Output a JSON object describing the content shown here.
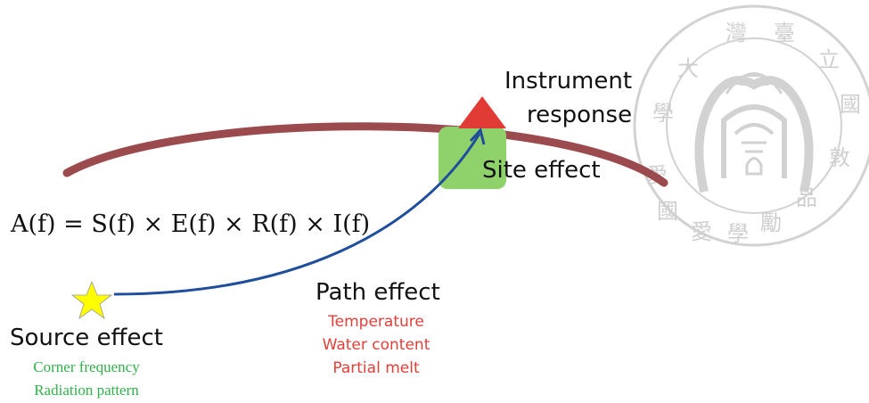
{
  "equation": "A(f) = S(f) × E(f) × R(f) × I(f)",
  "instrument": {
    "line1": "Instrument",
    "line2": "response"
  },
  "site": {
    "label": "Site effect"
  },
  "path": {
    "label": "Path effect",
    "factors": [
      "Temperature",
      "Water content",
      "Partial melt"
    ]
  },
  "source": {
    "label": "Source effect",
    "factors": [
      "Corner frequency",
      "Radiation pattern"
    ]
  },
  "watermark": {
    "outer_text": "國立臺灣大學 · 學勵品敦 · 愛國"
  },
  "colors": {
    "arc": "#9b4a4e",
    "ray": "#1f4e9c",
    "site_box": "#8fd16a",
    "triangle": "#e03b35",
    "star": "#ffff00",
    "path_text": "#e0403a",
    "source_text": "#2fb24a",
    "watermark": "#c8c8c8"
  }
}
